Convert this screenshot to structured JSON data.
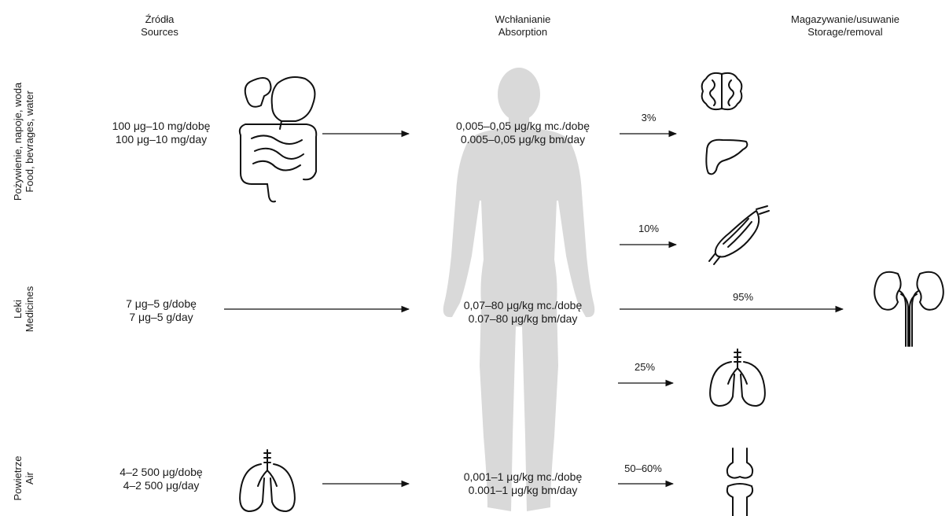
{
  "headers": {
    "sources": [
      "Źródła",
      "Sources"
    ],
    "absorption": [
      "Wchłanianie",
      "Absorption"
    ],
    "storage": [
      "Magazywanie/usuwanie",
      "Storage/removal"
    ]
  },
  "rows": [
    {
      "label": [
        "Pożywienie, napoje, woda",
        "Food, bevrages, water"
      ],
      "source": [
        "100 μg–10 mg/dobę",
        "100 μg–10 mg/day"
      ],
      "absorption": [
        "0,005–0,05 μg/kg mc./dobę",
        "0.005–0,05 μg/kg bm/day"
      ]
    },
    {
      "label": [
        "Leki",
        "Medicines"
      ],
      "source": [
        "7 μg–5 g/dobę",
        "7 μg–5 g/day"
      ],
      "absorption": [
        "0,07–80 μg/kg mc./dobę",
        "0.07–80 μg/kg bm/day"
      ]
    },
    {
      "label": [
        "Powietrze",
        "Air"
      ],
      "source": [
        "4–2 500 μg/dobę",
        "4–2 500 μg/day"
      ],
      "absorption": [
        "0,001–1 μg/kg mc./dobę",
        "0.001–1 μg/kg bm/day"
      ]
    }
  ],
  "percentages": {
    "brain_liver": "3%",
    "muscle": "10%",
    "kidney": "95%",
    "lungs": "25%",
    "bone": "50–60%"
  },
  "icons": [
    "intestine-icon",
    "lungs-icon",
    "human-body-silhouette",
    "brain-icon",
    "liver-icon",
    "muscle-icon",
    "kidneys-icon",
    "bone-joint-icon"
  ],
  "colors": {
    "silhouette": "#d9d9d9",
    "ink": "#111111"
  }
}
